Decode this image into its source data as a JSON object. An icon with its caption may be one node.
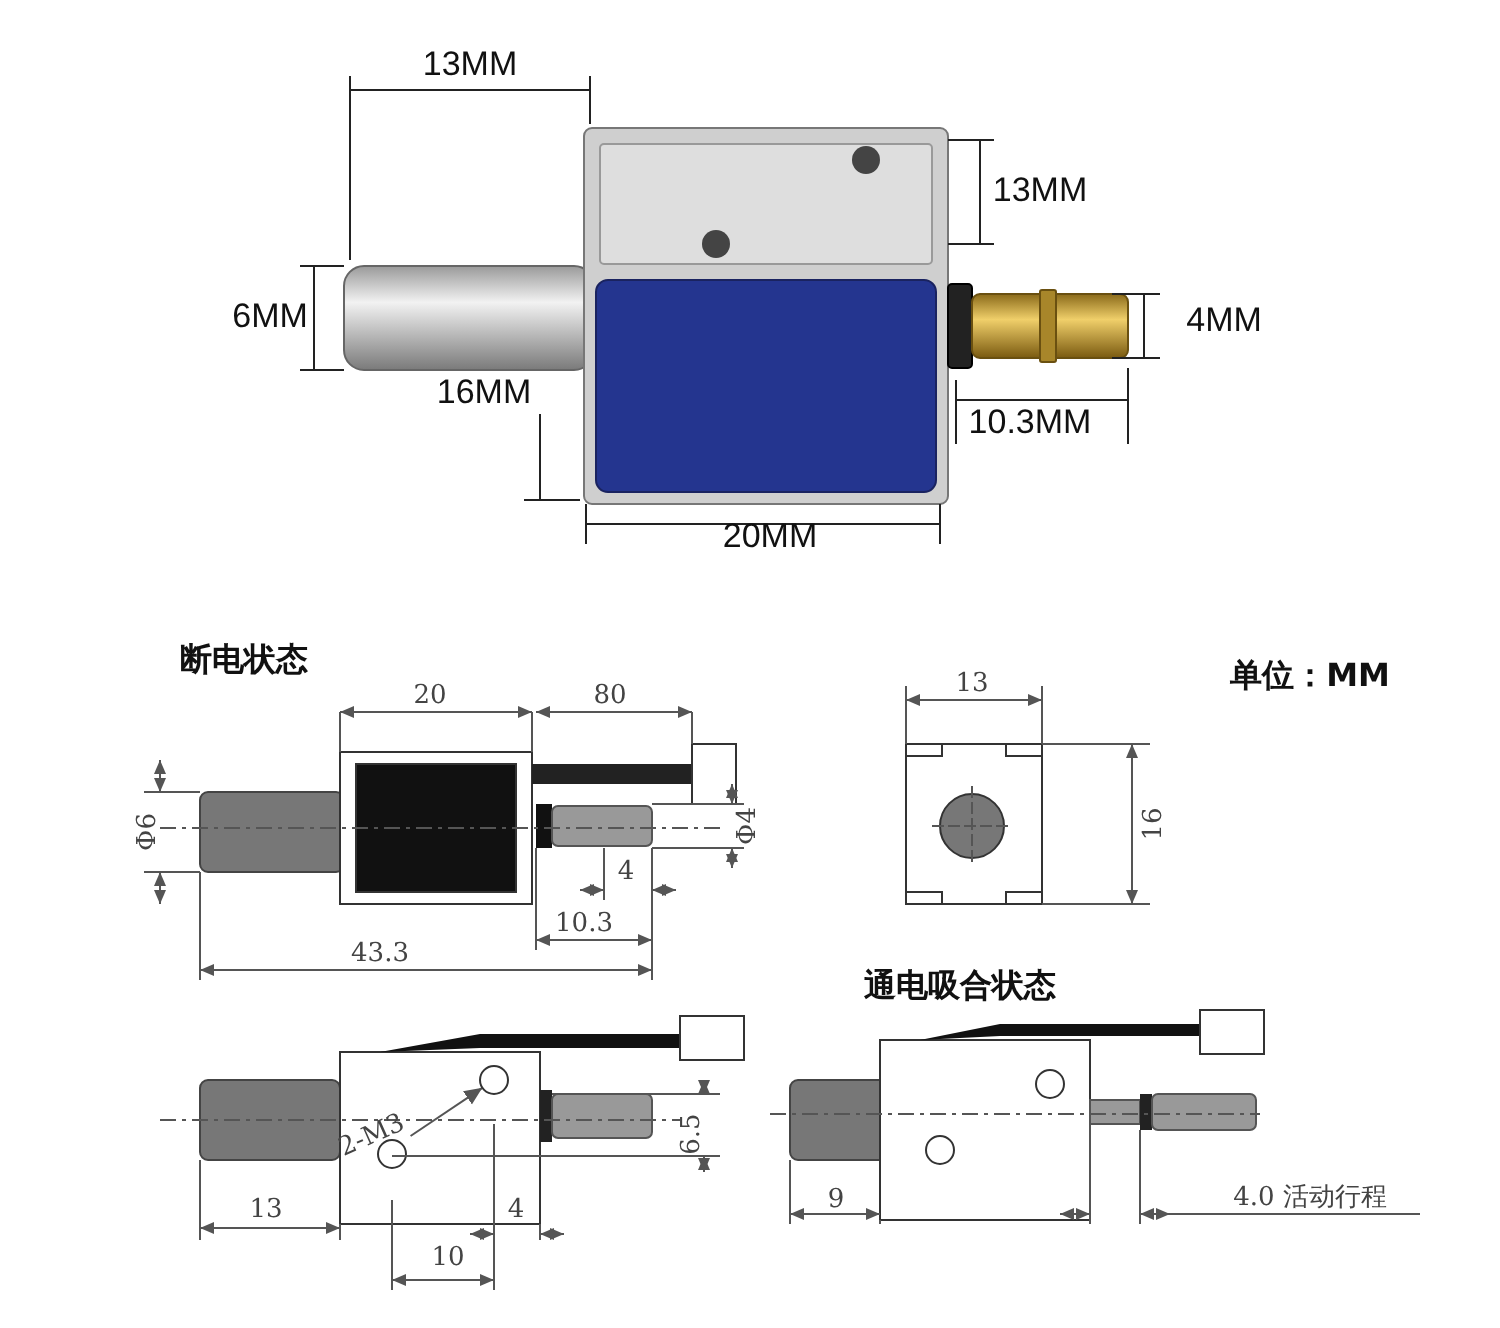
{
  "diagram": {
    "nodes": [
      {
        "text": [
          "2-M3"
        ]
      },
      {
        "text": [],
        "shape": "circle"
      }
    ],
    "edges": [
      {
        "from": 0,
        "to": 1,
        "arrow": "to"
      }
    ],
    "labels": [
      "13MM",
      "13MM",
      "6MM",
      "4MM",
      "16MM",
      "10.3MM",
      "20MM",
      "断电状态",
      "20",
      "80",
      "13",
      "单位：MM",
      "Φ6",
      "Φ4",
      "16",
      "4",
      "10.3",
      "43.3",
      "通电吸合状态",
      "6.5",
      "13",
      "4",
      "9",
      "4.0 活动行程",
      "10"
    ]
  }
}
